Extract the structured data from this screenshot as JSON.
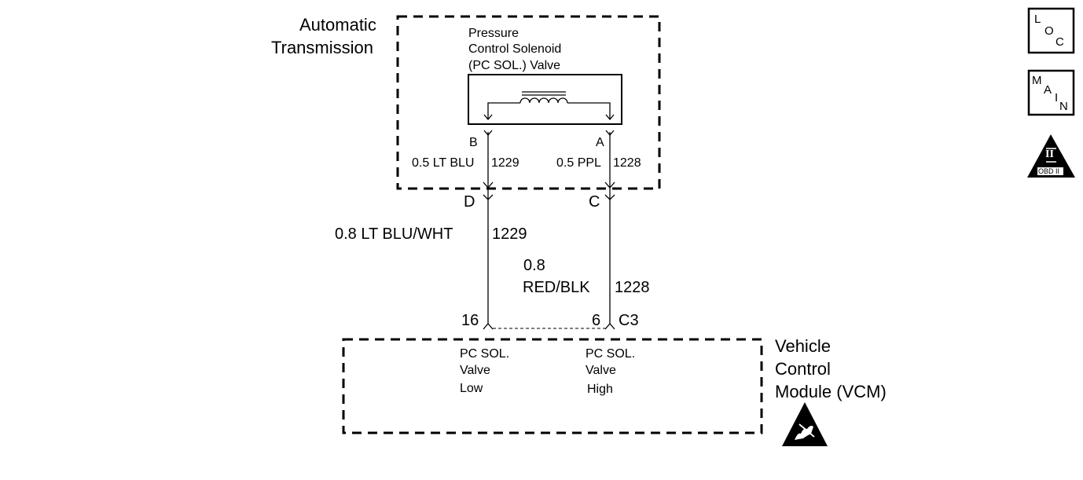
{
  "transmission": {
    "label_line1": "Automatic",
    "label_line2": "Transmission",
    "solenoid_line1": "Pressure",
    "solenoid_line2": "Control Solenoid",
    "solenoid_line3": "(PC SOL.) Valve",
    "pin_b": "B",
    "pin_a": "A",
    "wire_b": "0.5 LT BLU",
    "circuit_b": "1229",
    "wire_a": "0.5 PPL",
    "circuit_a": "1228"
  },
  "harness": {
    "connector_d": "D",
    "connector_c": "C",
    "wire_1229": "0.8 LT BLU/WHT",
    "circuit_1229": "1229",
    "wire_1228_line1": "0.8",
    "wire_1228_line2": "RED/BLK",
    "circuit_1228": "1228"
  },
  "vcm": {
    "pin_low": "16",
    "pin_high": "6",
    "connector": "C3",
    "low_line1": "PC SOL.",
    "low_line2": "Valve",
    "low_line3": "Low",
    "high_line1": "PC SOL.",
    "high_line2": "Valve",
    "high_line3": "High",
    "label_line1": "Vehicle",
    "label_line2": "Control",
    "label_line3": "Module (VCM)"
  },
  "badges": {
    "loc": [
      "L",
      "O",
      "C"
    ],
    "main": [
      "M",
      "A",
      "I",
      "N"
    ],
    "obd_numeral": "II",
    "obd_text": "OBD II"
  },
  "icons": [
    "loc-icon",
    "main-icon",
    "obd-ii-icon",
    "esd-warning-icon",
    "solenoid-coil-icon"
  ]
}
